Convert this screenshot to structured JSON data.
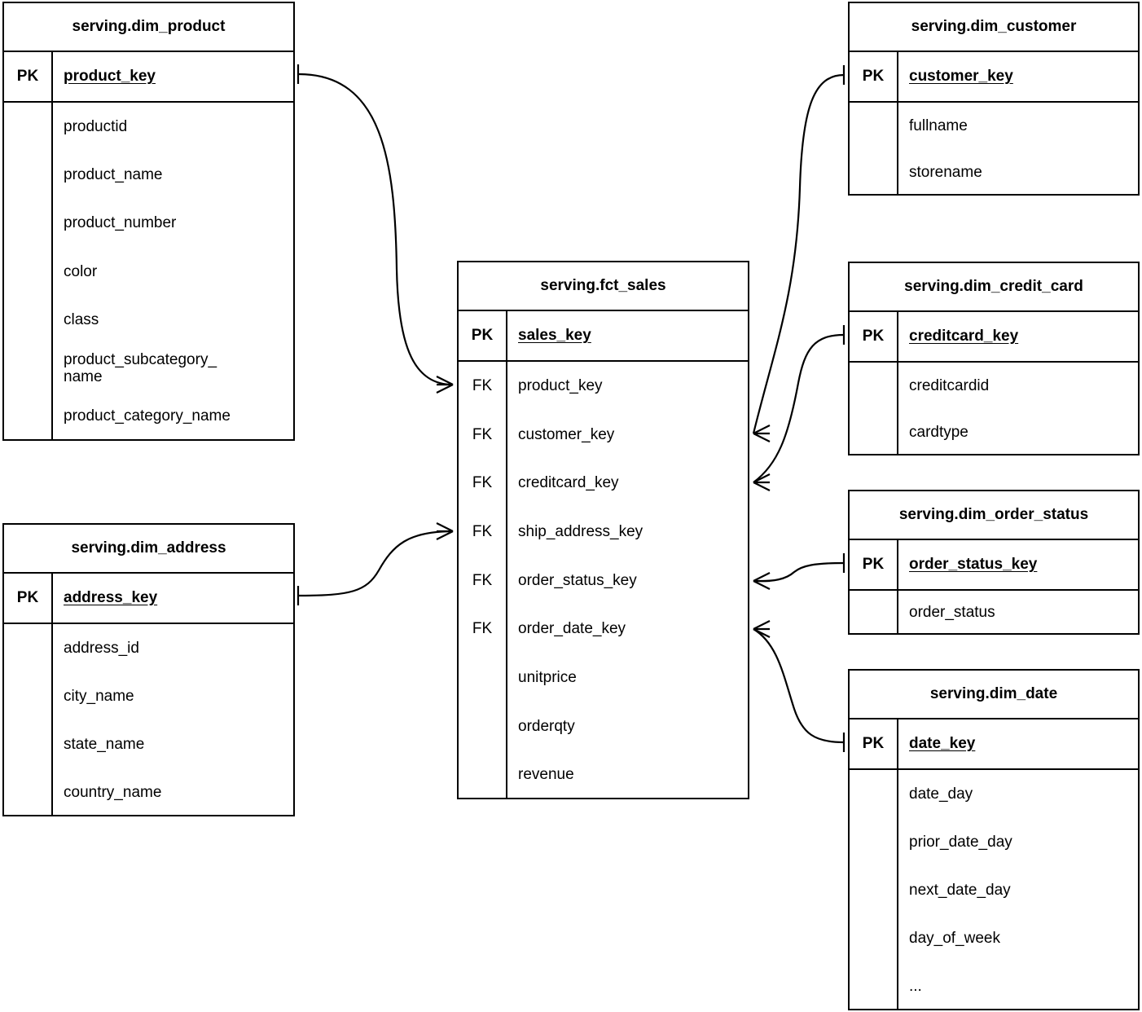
{
  "diagram": {
    "type": "entity-relationship-diagram",
    "notation": "crow's-foot",
    "background_color": "#ffffff",
    "line_color": "#000000"
  },
  "entities": {
    "dim_product": {
      "title": "serving.dim_product",
      "pk_label": "PK",
      "pk_field": "product_key",
      "attributes": [
        "productid",
        "product_name",
        "product_number",
        "color",
        "class",
        "product_subcategory_\nname",
        "product_category_name"
      ]
    },
    "dim_address": {
      "title": "serving.dim_address",
      "pk_label": "PK",
      "pk_field": "address_key",
      "attributes": [
        "address_id",
        "city_name",
        "state_name",
        "country_name"
      ]
    },
    "fct_sales": {
      "title": "serving.fct_sales",
      "pk_label": "PK",
      "pk_field": "sales_key",
      "fk_label": "FK",
      "foreign_keys": [
        "product_key",
        "customer_key",
        "creditcard_key",
        "ship_address_key",
        "order_status_key",
        "order_date_key"
      ],
      "measures": [
        "unitprice",
        "orderqty",
        "revenue"
      ]
    },
    "dim_customer": {
      "title": "serving.dim_customer",
      "pk_label": "PK",
      "pk_field": "customer_key",
      "attributes": [
        "fullname",
        "storename"
      ]
    },
    "dim_credit_card": {
      "title": "serving.dim_credit_card",
      "pk_label": "PK",
      "pk_field": "creditcard_key",
      "attributes": [
        "creditcardid",
        "cardtype"
      ]
    },
    "dim_order_status": {
      "title": "serving.dim_order_status",
      "pk_label": "PK",
      "pk_field": "order_status_key",
      "attributes": [
        "order_status"
      ]
    },
    "dim_date": {
      "title": "serving.dim_date",
      "pk_label": "PK",
      "pk_field": "date_key",
      "attributes": [
        "date_day",
        "prior_date_day",
        "next_date_day",
        "day_of_week",
        "..."
      ]
    }
  },
  "relationships": [
    {
      "name": "product-to-sales",
      "from": "dim_product.product_key",
      "to": "fct_sales.product_key",
      "from_cardinality": "one",
      "to_cardinality": "many"
    },
    {
      "name": "address-to-sales",
      "from": "dim_address.address_key",
      "to": "fct_sales.ship_address_key",
      "from_cardinality": "one",
      "to_cardinality": "many"
    },
    {
      "name": "customer-to-sales",
      "from": "dim_customer.customer_key",
      "to": "fct_sales.customer_key",
      "from_cardinality": "one",
      "to_cardinality": "many"
    },
    {
      "name": "creditcard-to-sales",
      "from": "dim_credit_card.creditcard_key",
      "to": "fct_sales.creditcard_key",
      "from_cardinality": "one",
      "to_cardinality": "many"
    },
    {
      "name": "order-status-to-sales",
      "from": "dim_order_status.order_status_key",
      "to": "fct_sales.order_status_key",
      "from_cardinality": "one",
      "to_cardinality": "many"
    },
    {
      "name": "date-to-sales",
      "from": "dim_date.date_key",
      "to": "fct_sales.order_date_key",
      "from_cardinality": "one",
      "to_cardinality": "many"
    }
  ]
}
